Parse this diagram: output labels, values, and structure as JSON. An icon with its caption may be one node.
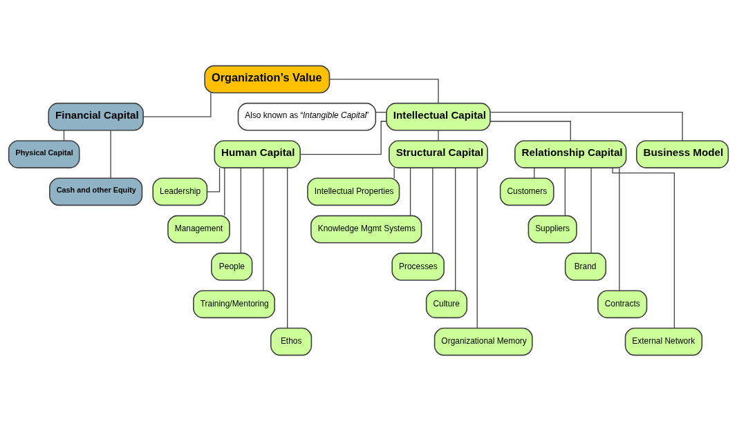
{
  "diagram": {
    "nodes": [
      {
        "text": [
          "Organization’s Value"
        ]
      },
      {
        "text": [
          "Also known as “*Intangible Capital*”"
        ]
      },
      {
        "text": [
          "Financial Capital"
        ]
      },
      {
        "text": [
          "Intellectual Capital"
        ]
      },
      {
        "text": [
          "Physical Capital"
        ]
      },
      {
        "text": [
          "Cash and other Equity"
        ]
      },
      {
        "text": [
          "Human Capital"
        ]
      },
      {
        "text": [
          "Structural Capital"
        ]
      },
      {
        "text": [
          "Relationship Capital"
        ]
      },
      {
        "text": [
          "Business Model"
        ]
      },
      {
        "text": [
          "Leadership"
        ]
      },
      {
        "text": [
          "Management"
        ]
      },
      {
        "text": [
          "People"
        ]
      },
      {
        "text": [
          "Training/Mentoring"
        ]
      },
      {
        "text": [
          "Ethos"
        ]
      },
      {
        "text": [
          "Intellectual Properties"
        ]
      },
      {
        "text": [
          "Knowledge Mgmt Systems"
        ]
      },
      {
        "text": [
          "Processes"
        ]
      },
      {
        "text": [
          "Culture"
        ]
      },
      {
        "text": [
          "Organizational Memory"
        ]
      },
      {
        "text": [
          "Customers"
        ]
      },
      {
        "text": [
          "Suppliers"
        ]
      },
      {
        "text": [
          "Brand"
        ]
      },
      {
        "text": [
          "Contracts"
        ]
      },
      {
        "text": [
          "External Network"
        ]
      }
    ],
    "edges": [
      {
        "from": 0,
        "to": 2,
        "arrow": "none"
      },
      {
        "from": 0,
        "to": 3,
        "arrow": "none"
      },
      {
        "from": 1,
        "to": 3,
        "arrow": "none"
      },
      {
        "from": 2,
        "to": 4,
        "arrow": "none"
      },
      {
        "from": 2,
        "to": 5,
        "arrow": "none"
      },
      {
        "from": 3,
        "to": 6,
        "arrow": "none"
      },
      {
        "from": 3,
        "to": 7,
        "arrow": "none"
      },
      {
        "from": 3,
        "to": 8,
        "arrow": "none"
      },
      {
        "from": 3,
        "to": 9,
        "arrow": "none"
      },
      {
        "from": 6,
        "to": 10,
        "arrow": "none"
      },
      {
        "from": 6,
        "to": 11,
        "arrow": "none"
      },
      {
        "from": 6,
        "to": 12,
        "arrow": "none"
      },
      {
        "from": 6,
        "to": 13,
        "arrow": "none"
      },
      {
        "from": 6,
        "to": 14,
        "arrow": "none"
      },
      {
        "from": 7,
        "to": 15,
        "arrow": "none"
      },
      {
        "from": 7,
        "to": 16,
        "arrow": "none"
      },
      {
        "from": 7,
        "to": 17,
        "arrow": "none"
      },
      {
        "from": 7,
        "to": 18,
        "arrow": "none"
      },
      {
        "from": 7,
        "to": 19,
        "arrow": "none"
      },
      {
        "from": 8,
        "to": 20,
        "arrow": "none"
      },
      {
        "from": 8,
        "to": 21,
        "arrow": "none"
      },
      {
        "from": 8,
        "to": 22,
        "arrow": "none"
      },
      {
        "from": 8,
        "to": 23,
        "arrow": "none"
      },
      {
        "from": 8,
        "to": 24,
        "arrow": "none"
      }
    ]
  }
}
